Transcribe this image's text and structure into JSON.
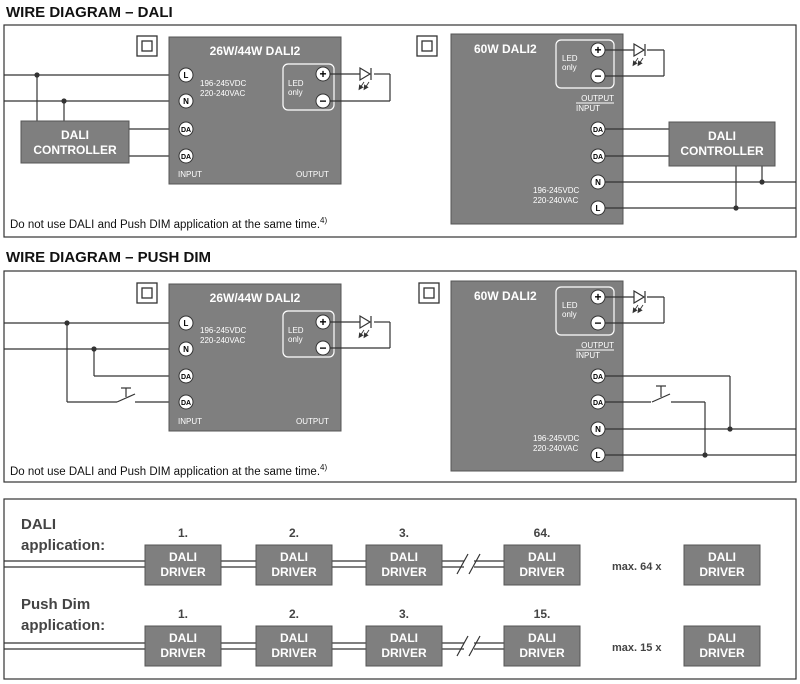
{
  "section_dali": {
    "title": "WIRE DIAGRAM – DALI",
    "left_device": {
      "name": "26W/44W DALI2",
      "voltage_dc": "196-245VDC",
      "voltage_ac": "220-240VAC",
      "led_only": [
        "LED",
        "only"
      ],
      "input_label": "INPUT",
      "output_label": "OUTPUT",
      "terminals": [
        "L",
        "N",
        "DA",
        "DA"
      ],
      "plus": "+",
      "minus": "−"
    },
    "controller": [
      "DALI",
      "CONTROLLER"
    ],
    "right_device": {
      "name": "60W DALI2",
      "led_only": [
        "LED",
        "only"
      ],
      "output_label": "OUTPUT",
      "input_label": "INPUT",
      "terminals": [
        "DA",
        "DA",
        "N",
        "L"
      ],
      "voltage_dc": "196-245VDC",
      "voltage_ac": "220-240VAC"
    },
    "right_controller": [
      "DALI",
      "CONTROLLER"
    ],
    "note": "Do not use DALI and Push DIM application at the same time.",
    "note_sup": "4)"
  },
  "section_push": {
    "title": "WIRE DIAGRAM – PUSH DIM",
    "left_device": {
      "name": "26W/44W DALI2",
      "voltage_dc": "196-245VDC",
      "voltage_ac": "220-240VAC",
      "led_only": [
        "LED",
        "only"
      ],
      "input_label": "INPUT",
      "output_label": "OUTPUT",
      "terminals": [
        "L",
        "N",
        "DA",
        "DA"
      ]
    },
    "right_device": {
      "name": "60W DALI2",
      "led_only": [
        "LED",
        "only"
      ],
      "output_label": "OUTPUT",
      "input_label": "INPUT",
      "terminals": [
        "DA",
        "DA",
        "N",
        "L"
      ],
      "voltage_dc": "196-245VDC",
      "voltage_ac": "220-240VAC"
    },
    "note": "Do not use DALI and Push DIM application at the same time.",
    "note_sup": "4)"
  },
  "applications": {
    "dali": {
      "label": [
        "DALI",
        "application:"
      ],
      "numbers": [
        "1.",
        "2.",
        "3.",
        "64."
      ],
      "max": "max. 64 x"
    },
    "push": {
      "label": [
        "Push Dim",
        "application:"
      ],
      "numbers": [
        "1.",
        "2.",
        "3.",
        "15."
      ],
      "max": "max. 15 x"
    },
    "driver": [
      "DALI",
      "DRIVER"
    ]
  },
  "colors": {
    "device_gray": "#7f7f7f",
    "device_border": "#555555",
    "line": "#333333",
    "text_white": "#ffffff"
  }
}
